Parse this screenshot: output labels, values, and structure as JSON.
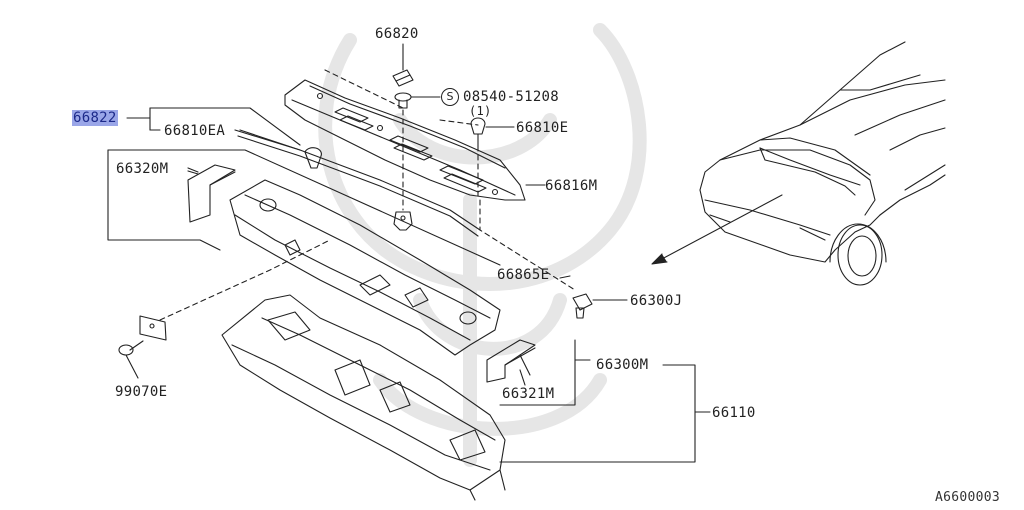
{
  "labels": {
    "p66820": "66820",
    "p08540": "08540-51208",
    "qty": "(1)",
    "screw_symbol": "S",
    "p66822": "66822",
    "p66810EA": "66810EA",
    "p66810E": "66810E",
    "p66320M": "66320M",
    "p66816M": "66816M",
    "p66865E": "66865E",
    "p66300J": "66300J",
    "p66300M": "66300M",
    "p66321M": "66321M",
    "p66110": "66110",
    "p99070E": "99070E"
  },
  "diagram_code": "A6600003",
  "colors": {
    "line": "#222222",
    "highlight": "#9aa6e8",
    "watermark": "#e6e6e6"
  }
}
